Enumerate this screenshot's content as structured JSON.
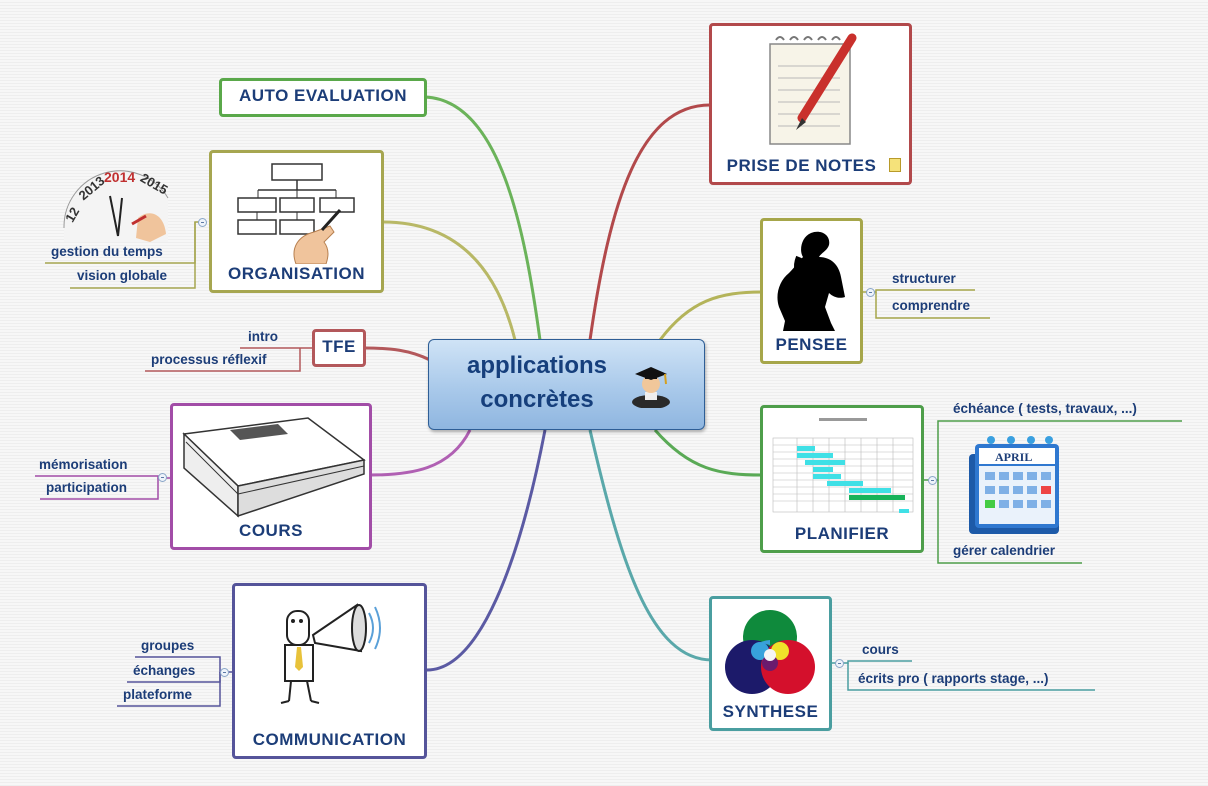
{
  "central": {
    "line1": "applications",
    "line2": "concrètes",
    "icon": "graduate-icon"
  },
  "topics": {
    "auto_evaluation": {
      "label": "AUTO EVALUATION"
    },
    "organisation": {
      "label": "ORGANISATION",
      "icon": "flowchart-icon",
      "subs": [
        "gestion du temps",
        "vision globale"
      ],
      "side_icon": "calendar-year-dial-icon",
      "side_years": [
        "12",
        "2013",
        "2014",
        "2015"
      ]
    },
    "tfe": {
      "label": "TFE",
      "subs": [
        "intro",
        "processus réflexif"
      ]
    },
    "cours": {
      "label": "COURS",
      "icon": "binder-icon",
      "subs": [
        "mémorisation",
        "participation"
      ]
    },
    "communication": {
      "label": "COMMUNICATION",
      "icon": "megaphone-man-icon",
      "subs": [
        "groupes",
        "échanges",
        "plateforme"
      ]
    },
    "prise_de_notes": {
      "label": "PRISE DE NOTES",
      "icon": "notepad-pen-icon",
      "note_icon": "note-icon"
    },
    "pensee": {
      "label": "PENSEE",
      "icon": "thinker-icon",
      "subs": [
        "structurer",
        "comprendre"
      ]
    },
    "planifier": {
      "label": "PLANIFIER",
      "icon": "gantt-chart-icon",
      "subs": [
        "échéance ( tests, travaux, ...)",
        "gérer calendrier"
      ],
      "side_icon": "april-calendar-icon",
      "calendar_month": "APRIL"
    },
    "synthese": {
      "label": "SYNTHESE",
      "icon": "venn-diagram-icon",
      "subs": [
        "cours",
        "écrits pro ( rapports stage, ...)"
      ]
    }
  },
  "colors": {
    "auto_evaluation": "#5aa84a",
    "organisation": "#a6a650",
    "tfe": "#b3585b",
    "cours": "#a24da7",
    "communication": "#55549a",
    "prise_de_notes": "#b2494b",
    "pensee": "#a6a64a",
    "planifier": "#4e9e4a",
    "synthese": "#4a9ea0"
  }
}
